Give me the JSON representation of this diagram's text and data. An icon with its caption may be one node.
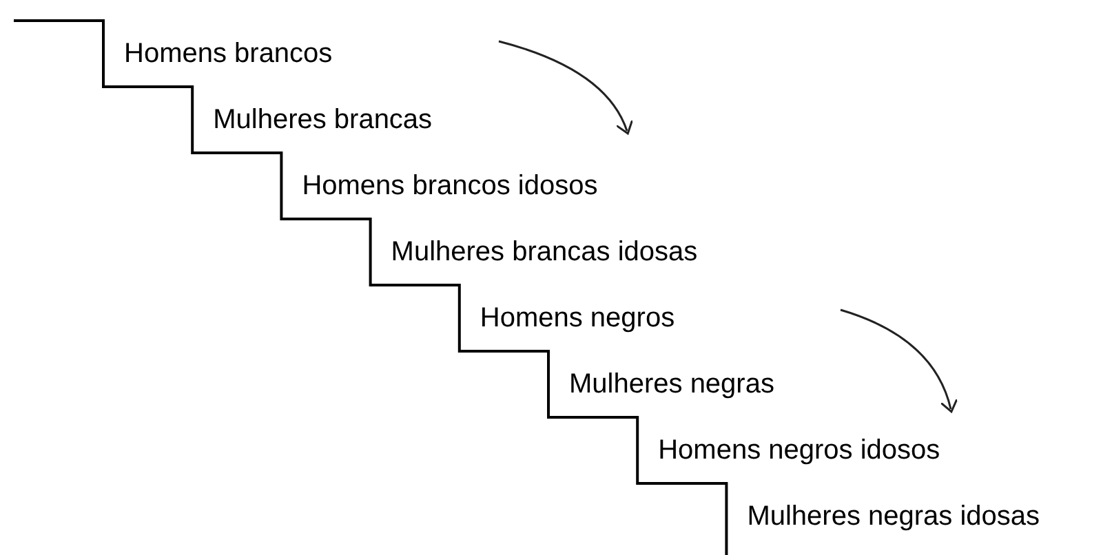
{
  "diagram": {
    "labels": [
      "Homens brancos",
      "Mulheres brancas",
      "Homens brancos idosos",
      "Mulheres brancas idosas",
      "Homens negros",
      "Mulheres negras",
      "Homens negros idosos",
      "Mulheres negras idosas"
    ]
  }
}
